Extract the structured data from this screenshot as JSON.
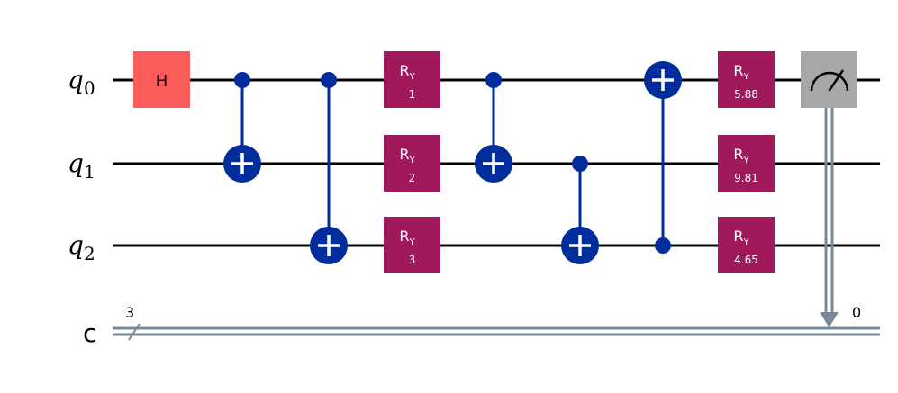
{
  "colors": {
    "wire": "#000000",
    "classical": "#778899",
    "h_gate": "#fa5b5b",
    "ry_gate": "#a0195a",
    "cnot": "#002d9c",
    "measure": "#a7a7a7"
  },
  "qubits": [
    {
      "name": "q",
      "index": "0"
    },
    {
      "name": "q",
      "index": "1"
    },
    {
      "name": "q",
      "index": "2"
    }
  ],
  "classical_register": {
    "name": "c",
    "size": "3",
    "bit_index": "0"
  },
  "gates": {
    "h": {
      "label": "H"
    },
    "ry": [
      {
        "label": "R",
        "sub": "Y",
        "param": "1"
      },
      {
        "label": "R",
        "sub": "Y",
        "param": "2"
      },
      {
        "label": "R",
        "sub": "Y",
        "param": "3"
      },
      {
        "label": "R",
        "sub": "Y",
        "param": "5.88"
      },
      {
        "label": "R",
        "sub": "Y",
        "param": "9.81"
      },
      {
        "label": "R",
        "sub": "Y",
        "param": "4.65"
      }
    ],
    "cnots": [
      {
        "control": 0,
        "target": 1
      },
      {
        "control": 0,
        "target": 2
      },
      {
        "control": 0,
        "target": 1
      },
      {
        "control": 1,
        "target": 2
      },
      {
        "control": 2,
        "target": 0
      }
    ],
    "measure": {
      "qubit": 0,
      "clbit": 0,
      "icon": "meter-icon"
    }
  }
}
